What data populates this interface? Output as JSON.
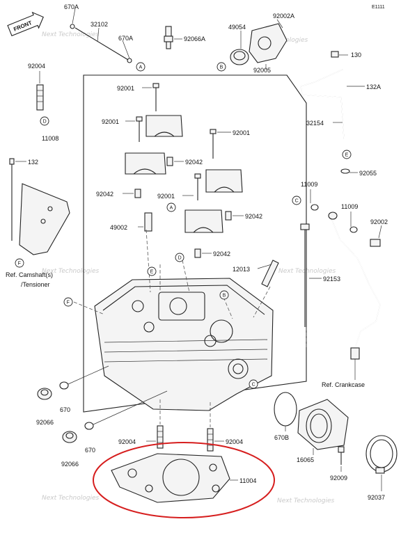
{
  "diagram_code": "E1111",
  "front_label": "FRONT",
  "watermark_text": "Next Technologies",
  "highlight_color": "#d61e1e",
  "labels": {
    "p670A_top": "670A",
    "p32102": "32102",
    "p670A_mid": "670A",
    "p92066A": "92066A",
    "p49054": "49054",
    "p92002A": "92002A",
    "p130": "130",
    "p92004_left": "92004",
    "p92005": "92005",
    "p132A": "132A",
    "p92001_a": "92001",
    "p92001_b": "92001",
    "p92001_c": "92001",
    "p92001_d": "92001",
    "p11008": "11008",
    "p32154": "32154",
    "p132": "132",
    "p92042_a": "92042",
    "p92042_b": "92042",
    "p92042_c": "92042",
    "p92042_d": "92042",
    "p92055": "92055",
    "p11009_a": "11009",
    "p11009_b": "11009",
    "p92002": "92002",
    "p49002": "49002",
    "p12013": "12013",
    "p92153": "92153",
    "p92066_a": "92066",
    "p92066_b": "92066",
    "p670_a": "670",
    "p670_b": "670",
    "p92004_b": "92004",
    "p92004_c": "92004",
    "p670B": "670B",
    "p16065": "16065",
    "p92009": "92009",
    "p92037": "92037",
    "p11004": "11004"
  },
  "refs": {
    "camshaft_line1": "Ref. Camshaft(s)",
    "camshaft_line2": "/Tensioner",
    "crankcase": "Ref. Crankcase"
  },
  "callouts": {
    "A": "A",
    "B": "B",
    "C": "C",
    "D": "D",
    "E": "E",
    "F": "F"
  }
}
